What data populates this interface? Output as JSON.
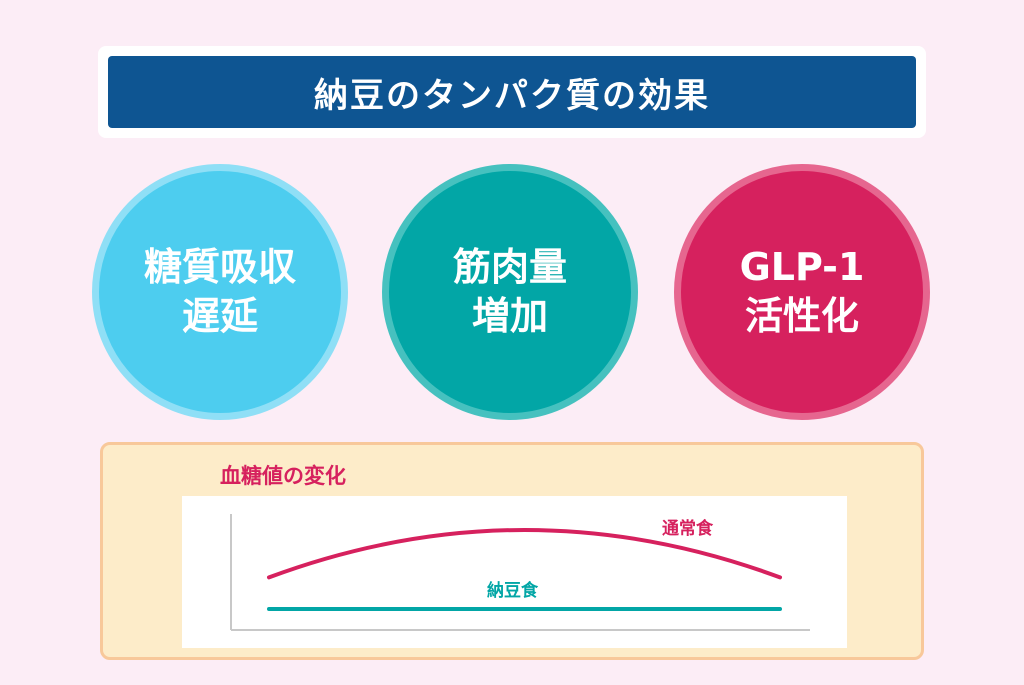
{
  "header": {
    "title": "納豆のタンパク質の効果"
  },
  "effects": [
    {
      "lines": [
        "糖質吸収",
        "遅延"
      ],
      "color": "#4dcdef"
    },
    {
      "lines": [
        "筋肉量",
        "増加"
      ],
      "color": "#02a6a6"
    },
    {
      "lines": [
        "GLP-1",
        "活性化"
      ],
      "color": "#d6215e"
    }
  ],
  "chart_data": {
    "type": "line",
    "title": "血糖値の変化",
    "xlabel": "",
    "ylabel": "",
    "grid": false,
    "series": [
      {
        "name": "通常食",
        "color": "#d6215e",
        "x": [
          0,
          0.5,
          1
        ],
        "values": [
          0.4,
          1.0,
          0.4
        ]
      },
      {
        "name": "納豆食",
        "color": "#02a6a6",
        "x": [
          0,
          1
        ],
        "values": [
          0.0,
          0.0
        ]
      }
    ]
  }
}
